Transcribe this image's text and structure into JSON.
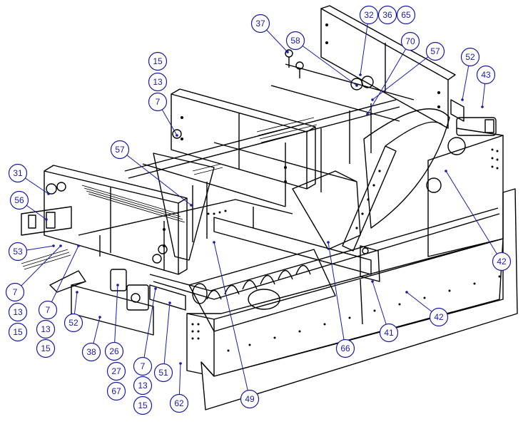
{
  "diagram": {
    "line_color": "#000000",
    "callout_color": "#1a1aa6",
    "callouts": [
      "37",
      "32",
      "36",
      "65",
      "58",
      "70",
      "57",
      "52",
      "43",
      "15",
      "13",
      "7",
      "57",
      "31",
      "56",
      "53",
      "42",
      "7",
      "13",
      "15",
      "7",
      "13",
      "15",
      "52",
      "38",
      "26",
      "27",
      "67",
      "7",
      "13",
      "15",
      "51",
      "62",
      "49",
      "66",
      "41",
      "42"
    ]
  }
}
